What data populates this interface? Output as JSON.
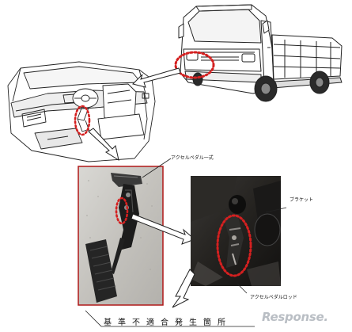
{
  "labels": {
    "pedal_assembly": "アクセルペダル一式",
    "bracket": "ブラケット",
    "pedal_rod": "アクセルペダルロッド",
    "footer_title": "基準不適合発生箇所"
  },
  "watermark": "Response.",
  "colors": {
    "highlight_circle": "#d42020",
    "photo_border": "#b01818",
    "line_art": "#222222"
  },
  "icons": {
    "truck": "kei-truck-illustration",
    "cabin": "cabin-interior-illustration",
    "pedal_photo": "accelerator-pedal-photo",
    "bracket_photo": "bracket-closeup-photo"
  }
}
